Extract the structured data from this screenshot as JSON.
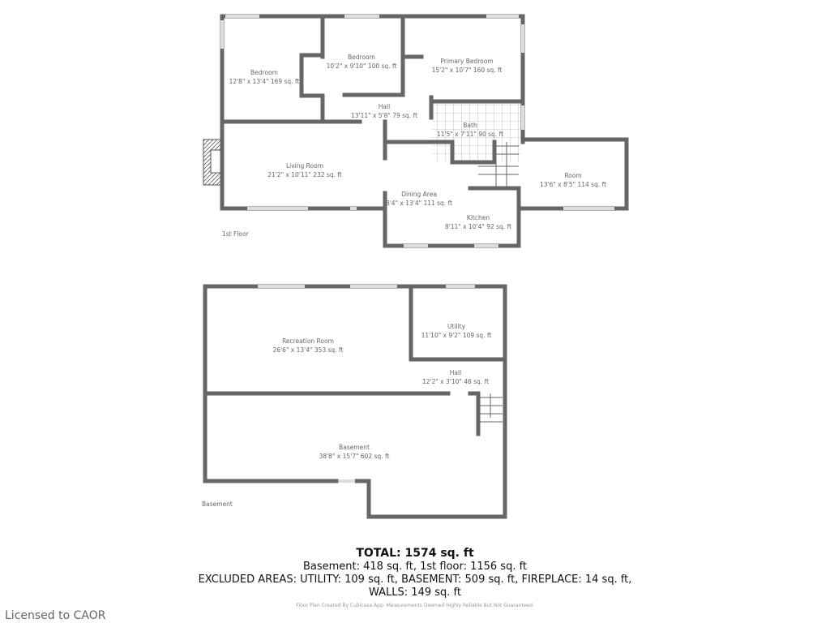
{
  "rooms": {
    "bedroom1": {
      "name": "Bedroom",
      "dims": "12'8\" x 13'4\" 169 sq. ft"
    },
    "bedroom2": {
      "name": "Bedroom",
      "dims": "10'2\" x 9'10\" 100 sq. ft"
    },
    "primary": {
      "name": "Primary Bedroom",
      "dims": "15'2\" x 10'7\" 160 sq. ft"
    },
    "hall1": {
      "name": "Hall",
      "dims": "13'11\" x 5'8\" 79 sq. ft"
    },
    "bath": {
      "name": "Bath",
      "dims": "11'5\" x 7'11\" 90 sq. ft"
    },
    "living": {
      "name": "Living Room",
      "dims": "21'2\" x 10'11\" 232 sq. ft"
    },
    "dining": {
      "name": "Dining Area",
      "dims": "8'4\" x 13'4\" 111 sq. ft"
    },
    "kitchen": {
      "name": "Kitchen",
      "dims": "8'11\" x 10'4\" 92 sq. ft"
    },
    "room": {
      "name": "Room",
      "dims": "13'6\" x 8'5\" 114 sq. ft"
    },
    "rec": {
      "name": "Recreation Room",
      "dims": "26'6\" x 13'4\" 353 sq. ft"
    },
    "utility": {
      "name": "Utility",
      "dims": "11'10\" x 9'2\" 109 sq. ft"
    },
    "hall2": {
      "name": "Hall",
      "dims": "12'2\" x 3'10\" 46 sq. ft"
    },
    "basement": {
      "name": "Basement",
      "dims": "38'8\" x 15'7\" 602 sq. ft"
    }
  },
  "floors": {
    "first": "1st Floor",
    "basement": "Basement"
  },
  "totals": {
    "total": "TOTAL: 1574 sq. ft",
    "breakdown": "Basement: 418 sq. ft, 1st floor: 1156 sq. ft",
    "excluded": "EXCLUDED AREAS: UTILITY: 109 sq. ft, BASEMENT: 509 sq. ft, FIREPLACE: 14 sq. ft,",
    "walls": "WALLS: 149 sq. ft"
  },
  "credit": "Floor Plan Created By Cubicasa App. Measurements Deemed Highly Reliable But Not Guaranteed.",
  "license": "Licensed to CAOR"
}
